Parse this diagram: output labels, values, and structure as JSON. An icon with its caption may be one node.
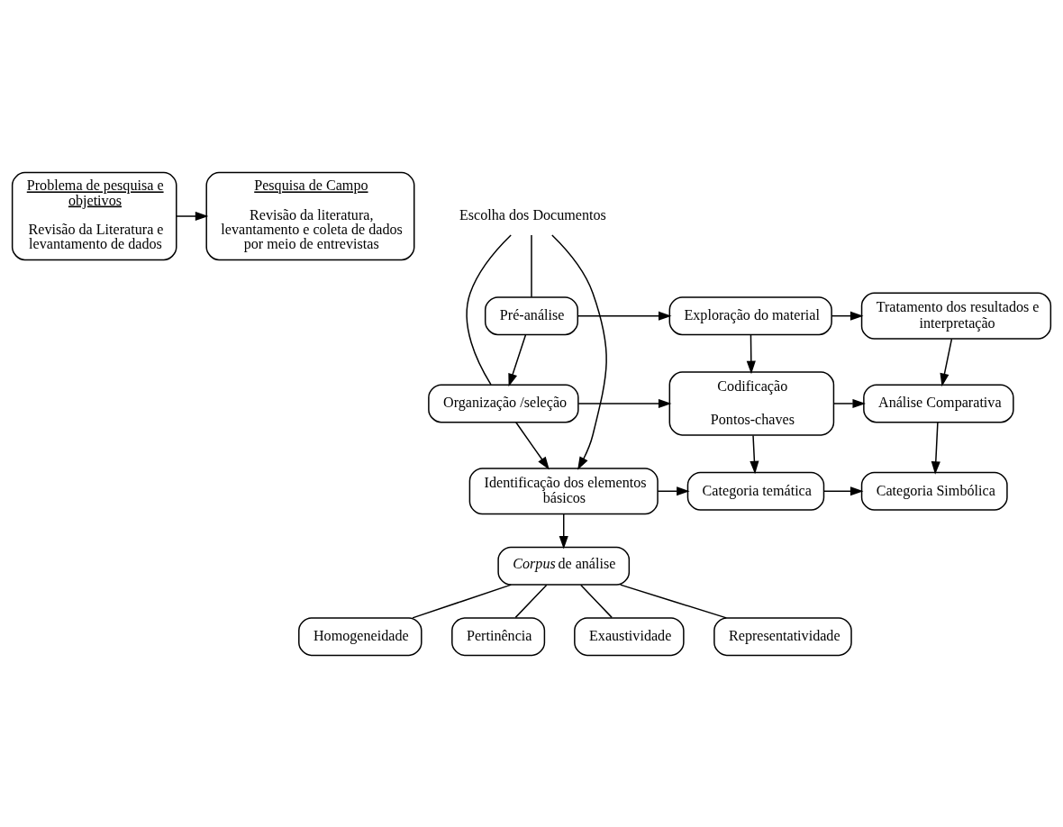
{
  "diagram": {
    "nodes": [
      {
        "text": [
          "Problema de pesquisa e objetivos",
          "Revisão da Literatura e levantamento de dados"
        ]
      },
      {
        "text": [
          "Pesquisa de Campo",
          "Revisão da literatura, levantamento e coleta de dados por meio de entrevistas"
        ]
      },
      {
        "text": [
          "Pré-análise"
        ]
      },
      {
        "text": [
          "Exploração do material"
        ]
      },
      {
        "text": [
          "Tratamento dos resultados e interpretação"
        ]
      },
      {
        "text": [
          "Escolha dos Documentos"
        ]
      },
      {
        "text": [
          "Organização /seleção"
        ]
      },
      {
        "text": [
          "Codificação",
          "Pontos-chaves"
        ]
      },
      {
        "text": [
          "Análise Comparativa"
        ]
      },
      {
        "text": [
          "Identificação dos elementos básicos"
        ]
      },
      {
        "text": [
          "Categoria temática"
        ]
      },
      {
        "text": [
          "Categoria Simbólica"
        ]
      },
      {
        "text": [
          "*Corpus* de análise"
        ]
      },
      {
        "text": [
          "Homogeneidade"
        ]
      },
      {
        "text": [
          "Pertinência"
        ]
      },
      {
        "text": [
          "Exaustividade"
        ]
      },
      {
        "text": [
          "Representatividade"
        ]
      }
    ],
    "edges": [
      {
        "from": 0,
        "to": 1,
        "arrow": "to"
      },
      {
        "from": 5,
        "to": 2,
        "arrow": "none"
      },
      {
        "from": 2,
        "to": 3,
        "arrow": "to"
      },
      {
        "from": 3,
        "to": 4,
        "arrow": "to"
      },
      {
        "from": 2,
        "to": 6,
        "arrow": "to"
      },
      {
        "from": 3,
        "to": 7,
        "arrow": "to"
      },
      {
        "from": 4,
        "to": 8,
        "arrow": "to"
      },
      {
        "from": 5,
        "to": 6,
        "arrow": "none"
      },
      {
        "from": 6,
        "to": 7,
        "arrow": "to"
      },
      {
        "from": 7,
        "to": 8,
        "arrow": "to"
      },
      {
        "from": 5,
        "to": 9,
        "arrow": "to"
      },
      {
        "from": 6,
        "to": 9,
        "arrow": "to"
      },
      {
        "from": 7,
        "to": 10,
        "arrow": "to"
      },
      {
        "from": 8,
        "to": 11,
        "arrow": "to"
      },
      {
        "from": 9,
        "to": 10,
        "arrow": "to"
      },
      {
        "from": 10,
        "to": 11,
        "arrow": "to"
      },
      {
        "from": 9,
        "to": 12,
        "arrow": "to"
      },
      {
        "from": 12,
        "to": 13,
        "arrow": "none"
      },
      {
        "from": 12,
        "to": 14,
        "arrow": "none"
      },
      {
        "from": 12,
        "to": 15,
        "arrow": "none"
      },
      {
        "from": 12,
        "to": 16,
        "arrow": "none"
      }
    ]
  }
}
